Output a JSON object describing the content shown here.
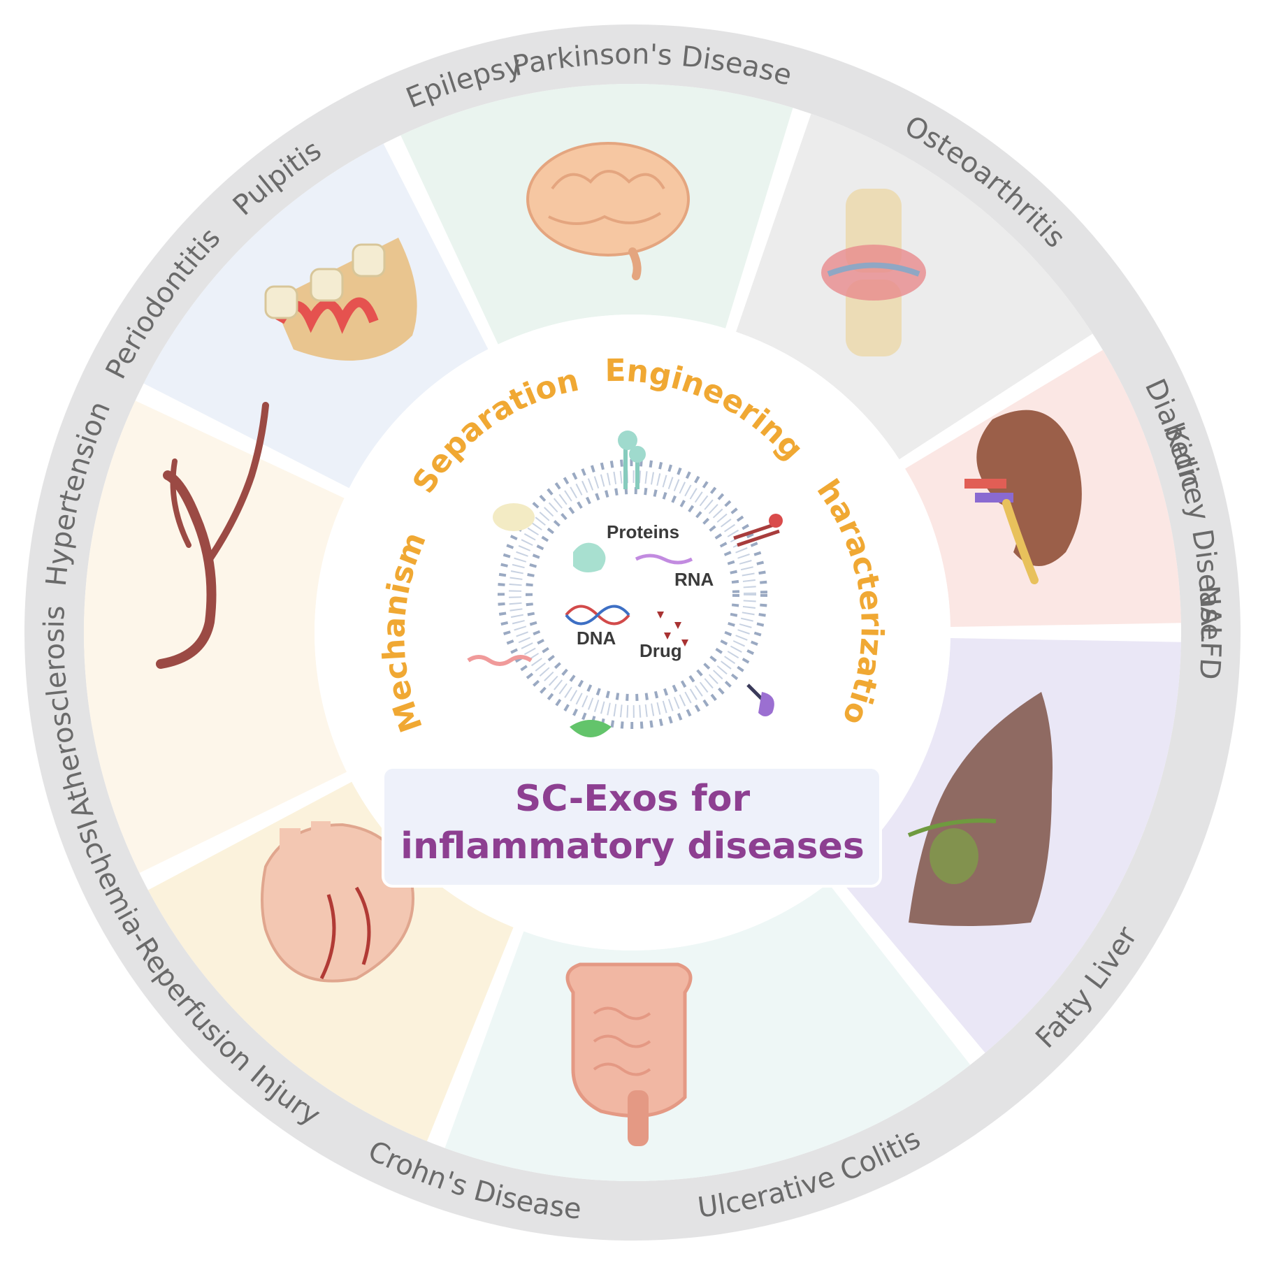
{
  "title": {
    "line1": "SC-Exos for",
    "line2": "inflammatory diseases"
  },
  "core_labels": [
    "Separation",
    "Engineering",
    "Characterization",
    "Mechanism"
  ],
  "cargo": {
    "proteins": "Proteins",
    "rna": "RNA",
    "dna": "DNA",
    "drug": "Drug"
  },
  "diseases": [
    "Parkinson's Disease",
    "Osteoarthritis",
    "Diabetic",
    "Kidney Disease",
    "NALFD",
    "Fatty Liver",
    "Ulcerative Colitis",
    "Crohn's Disease",
    "Ischemia-Reperfusion Injury",
    "Atherosclerosis",
    "Hypertension",
    "Periodontitis",
    "Pulpitis",
    "Epilepsy"
  ],
  "organs": [
    "brain",
    "knee-joint",
    "kidney",
    "liver",
    "intestine",
    "heart",
    "artery",
    "teeth"
  ],
  "colors": {
    "outer_ring": "#e3e3e4",
    "label_gray": "#6a6a6a",
    "core_orange": "#f0a833",
    "title_purple": "#8d3f91",
    "title_box": "#eef1fa",
    "membrane": "#9aa9c2"
  },
  "panel_colors": {
    "brain": "#eaf4ef",
    "knee-joint": "#ececec",
    "kidney": "#fbe7e4",
    "liver": "#eae7f6",
    "intestine": "#eef7f6",
    "heart": "#fbf2dc",
    "artery": "#fdf6ea",
    "teeth": "#ecf1f9"
  }
}
